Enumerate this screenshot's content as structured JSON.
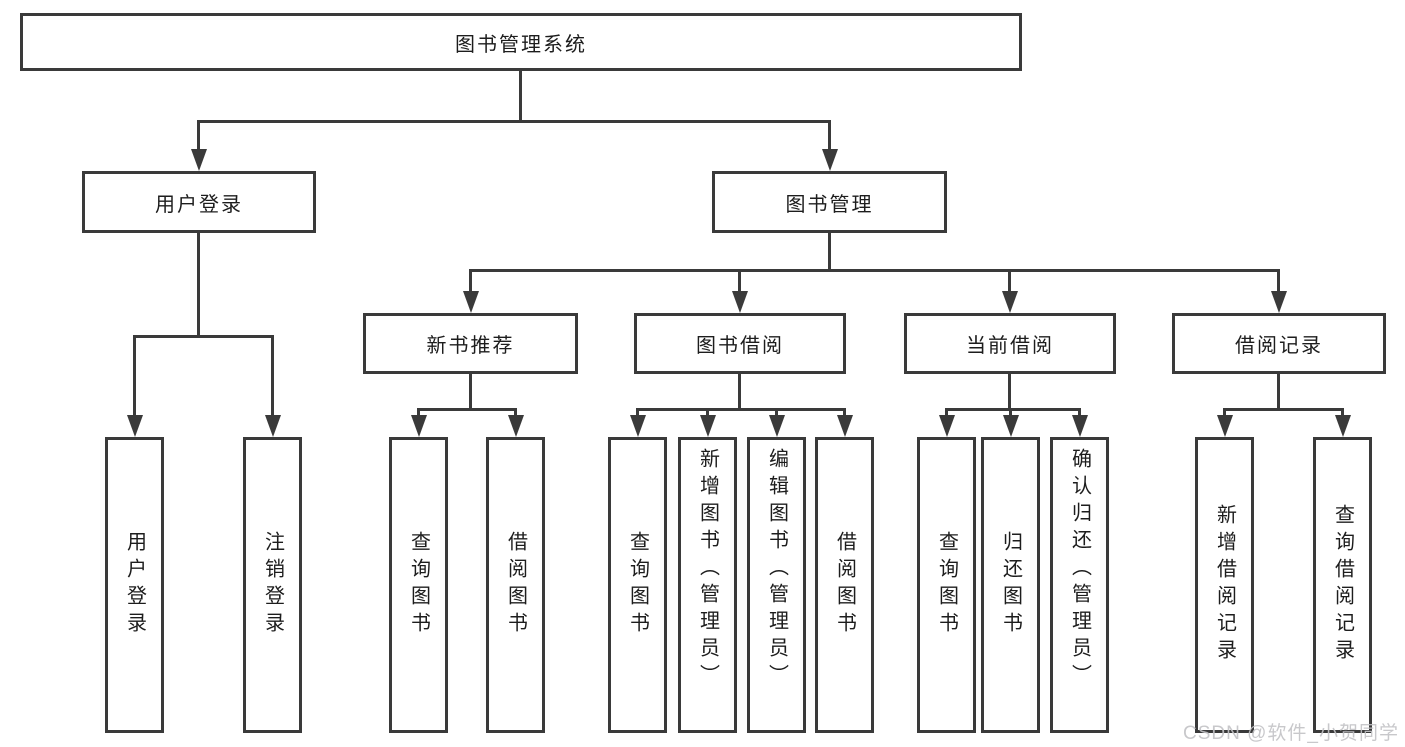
{
  "diagram": {
    "root": {
      "label": "图书管理系统"
    },
    "level2": [
      {
        "label": "用户登录"
      },
      {
        "label": "图书管理"
      }
    ],
    "level3": [
      {
        "label": "新书推荐"
      },
      {
        "label": "图书借阅"
      },
      {
        "label": "当前借阅"
      },
      {
        "label": "借阅记录"
      }
    ],
    "leaves": {
      "user_login": [
        "用户登录",
        "注销登录"
      ],
      "new_books": [
        "查询图书",
        "借阅图书"
      ],
      "book_borrow": [
        "查询图书",
        "新增图书（管理员）",
        "编辑图书（管理员）",
        "借阅图书"
      ],
      "current_borrow": [
        "查询图书",
        "归还图书",
        "确认归还（管理员）"
      ],
      "borrow_records": [
        "新增借阅记录",
        "查询借阅记录"
      ]
    },
    "watermark": "CSDN @软件_小贺同学",
    "colors": {
      "line": "#3a3a3a",
      "border": "#3a3a3a",
      "text": "#1d1d1d",
      "watermark": "#c3c3c6",
      "background": "#ffffff"
    }
  }
}
